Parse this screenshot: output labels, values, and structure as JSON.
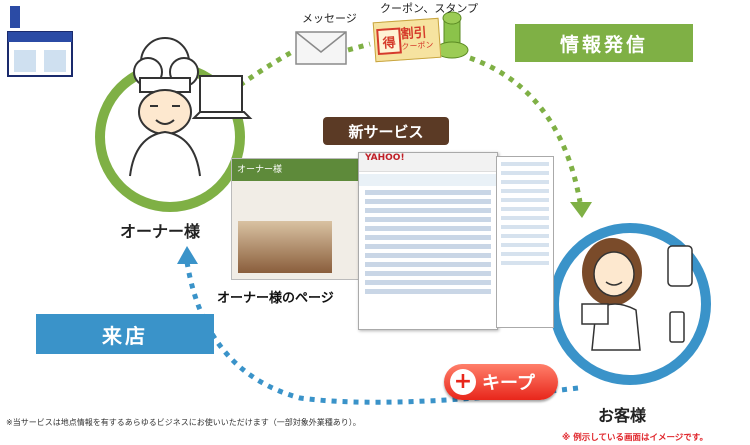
{
  "labels": {
    "info_send": "情報発信",
    "visit": "来店",
    "new_service": "新サービス",
    "owner": "オーナー様",
    "customer": "お客様",
    "owner_page": "オーナー様のページ",
    "message": "メッセージ",
    "coupon_stamp": "クーポン、スタンプ",
    "keep_button": "キープ"
  },
  "coupon_card": {
    "toku": "得",
    "wari": "割引",
    "coupon": "クーポン"
  },
  "screens": {
    "yahoo_logo": "YAHOO!",
    "shop_banner": "オーナー様"
  },
  "notes": {
    "service_note": "※当サービスは地点情報を有するあらゆるビジネスにお使いいただけます（一部対象外業種あり）。",
    "image_note": "※ 例示している画面はイメージです。"
  },
  "colors": {
    "green": "#7fb045",
    "blue": "#3a93c9",
    "brown": "#5b3a25",
    "red": "#e8261b"
  }
}
